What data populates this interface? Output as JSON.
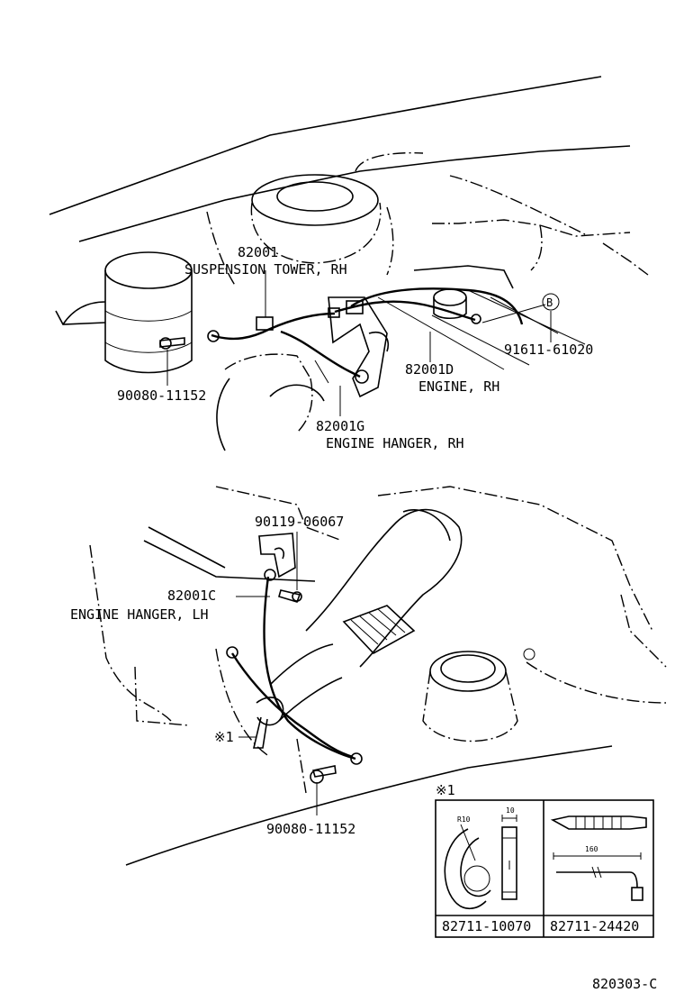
{
  "labels": {
    "p82001": "82001",
    "suspension_tower_rh": "SUSPENSION TOWER, RH",
    "p90080_top": "90080-11152",
    "p82001g": "82001G",
    "engine_hanger_rh": "ENGINE HANGER, RH",
    "p82001d": "82001D",
    "engine_rh": "ENGINE, RH",
    "p91611": "91611-61020",
    "callout_b": "B",
    "p90119": "90119-06067",
    "p82001c": "82001C",
    "engine_hanger_lh": "ENGINE HANGER, LH",
    "ref1": "※1",
    "p90080_bottom": "90080-11152",
    "drawing_code": "820303-C"
  },
  "inset": {
    "title": "※1",
    "left_part": "82711-10070",
    "right_part": "82711-24420",
    "dim_r10": "R10",
    "dim_10": "10",
    "dim_160": "160"
  }
}
